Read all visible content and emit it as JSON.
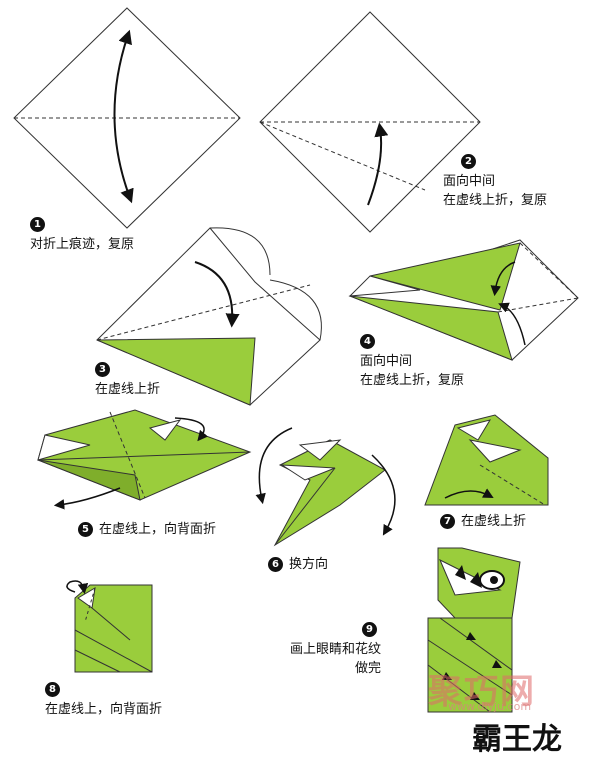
{
  "title": "霸王龙",
  "watermark": {
    "text": "聚巧网",
    "url": "www.diyju.com"
  },
  "colors": {
    "green": "#9acd3c",
    "dark_green": "#7fae2b",
    "line": "#333333"
  },
  "steps": [
    {
      "number": "1",
      "text": "对折上痕迹，复原"
    },
    {
      "number": "2",
      "lines": [
        "面向中间",
        "在虚线上折，复原"
      ]
    },
    {
      "number": "3",
      "text": "在虚线上折"
    },
    {
      "number": "4",
      "lines": [
        "面向中间",
        "在虚线上折，复原"
      ]
    },
    {
      "number": "5",
      "text": "在虚线上，向背面折"
    },
    {
      "number": "6",
      "text": "换方向"
    },
    {
      "number": "7",
      "text": "在虚线上折"
    },
    {
      "number": "8",
      "text": "在虚线上，向背面折"
    },
    {
      "number": "9",
      "lines": [
        "画上眼睛和花纹",
        "做完"
      ]
    }
  ]
}
